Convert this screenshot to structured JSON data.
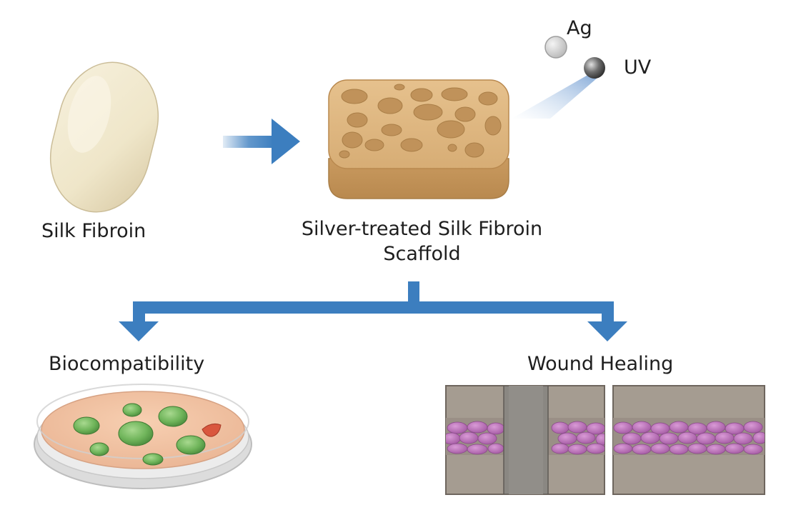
{
  "labels": {
    "silk_fibroin": "Silk Fibroin",
    "scaffold_line1": "Silver-treated Silk Fibroin",
    "scaffold_line2": "Scaffold",
    "biocompatibility": "Biocompatibility",
    "wound_healing": "Wound Healing",
    "ag": "Ag",
    "uv": "UV"
  },
  "colors": {
    "arrow": "#3c7ebf",
    "cocoon": "#f0e8cf",
    "scaffold": "#d8b07c",
    "cells_green": "#6fb45a",
    "cell_red": "#d9573e",
    "tissue": "#a59c91",
    "wound_cells": "#b06ab0"
  }
}
